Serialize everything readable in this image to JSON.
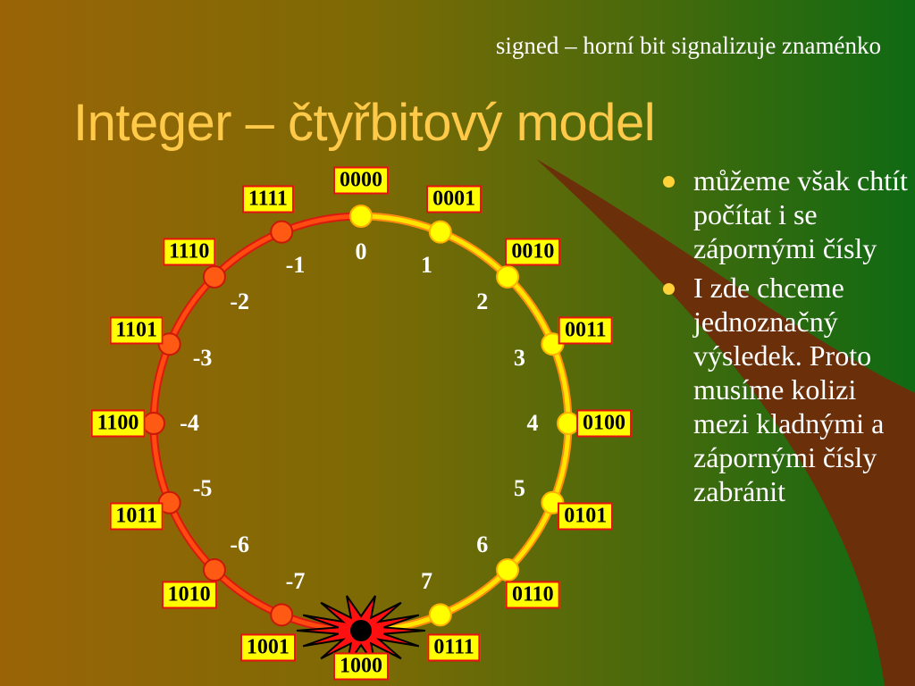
{
  "slide": {
    "subtitle": "signed – horní bit signalizuje znaménko",
    "title": "Integer – čtyřbitový model"
  },
  "colors": {
    "title": "#ffc94a",
    "positive_arc": "#ffe400",
    "negative_arc": "#ff4a10",
    "label_fill": "#ffff00",
    "label_border": "#e81010",
    "collision_burst": "#ff1010"
  },
  "circle": {
    "items": [
      {
        "binary": "0000",
        "value": "0",
        "sign": "positive"
      },
      {
        "binary": "0001",
        "value": "1",
        "sign": "positive"
      },
      {
        "binary": "0010",
        "value": "2",
        "sign": "positive"
      },
      {
        "binary": "0011",
        "value": "3",
        "sign": "positive"
      },
      {
        "binary": "0100",
        "value": "4",
        "sign": "positive"
      },
      {
        "binary": "0101",
        "value": "5",
        "sign": "positive"
      },
      {
        "binary": "0110",
        "value": "6",
        "sign": "positive"
      },
      {
        "binary": "0111",
        "value": "7",
        "sign": "positive"
      },
      {
        "binary": "1000",
        "value": "",
        "sign": "collision"
      },
      {
        "binary": "1001",
        "value": "-7",
        "sign": "negative"
      },
      {
        "binary": "1010",
        "value": "-6",
        "sign": "negative"
      },
      {
        "binary": "1011",
        "value": "-5",
        "sign": "negative"
      },
      {
        "binary": "1100",
        "value": "-4",
        "sign": "negative"
      },
      {
        "binary": "1101",
        "value": "-3",
        "sign": "negative"
      },
      {
        "binary": "1110",
        "value": "-2",
        "sign": "negative"
      },
      {
        "binary": "1111",
        "value": "-1",
        "sign": "negative"
      }
    ]
  },
  "bullets": {
    "items": [
      {
        "text": "můžeme však chtít počítat i se zápornými čísly"
      },
      {
        "text": "I zde chceme jednoznačný výsledek. Proto musíme kolizi mezi kladnými a zápornými čísly zabránit"
      }
    ]
  }
}
